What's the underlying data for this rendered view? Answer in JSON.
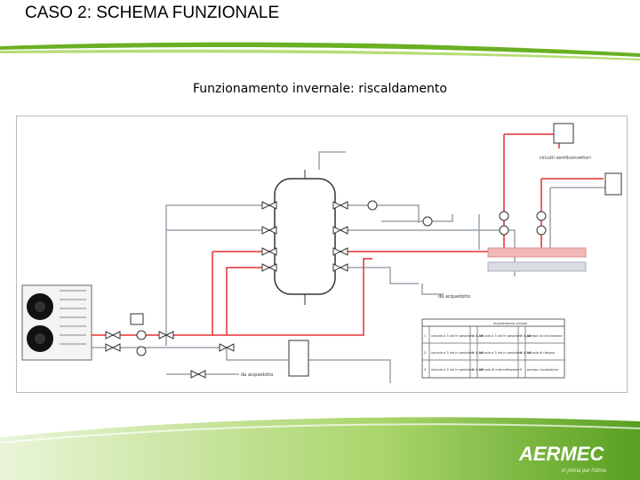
{
  "header": {
    "title": "CASO 2: SCHEMA FUNZIONALE",
    "subtitle": "Funzionamento invernale: riscaldamento"
  },
  "diagram": {
    "fancoil_label": "circuiti ventilconvettori",
    "water_label_1": "da acquedotto",
    "water_label_2": "da acquedotto",
    "table": {
      "header": "Impostazione valvole",
      "rows": [
        {
          "num": "1",
          "c1": "valvola a 3 vie in posizione A-AB",
          "num2": "4",
          "c2": "valvola a 3 vie in posizione A-AB",
          "num3": "7",
          "c3": "pompa di circolazione"
        },
        {
          "num": "2",
          "c1": "valvola a 3 vie in posizione A-AB",
          "num2": "5",
          "c2": "valvola a 3 vie in posizione A-AB",
          "num3": "8",
          "c3": "valvola di ritegno"
        },
        {
          "num": "3",
          "c1": "valvola a 3 vie in posizione A-AB",
          "num2": "6",
          "c2": "valvola di intercettazione",
          "num3": "9",
          "c3": "pompa circolazione"
        }
      ]
    }
  },
  "footer": {
    "brand": "AERMEC",
    "tagline": "in prima per l'clima"
  },
  "colors": {
    "accent_green": "#6ab023",
    "pipe_red": "#e53030",
    "pipe_gray": "#9aa3ad",
    "pipe_pink": "#f2b8b8"
  }
}
